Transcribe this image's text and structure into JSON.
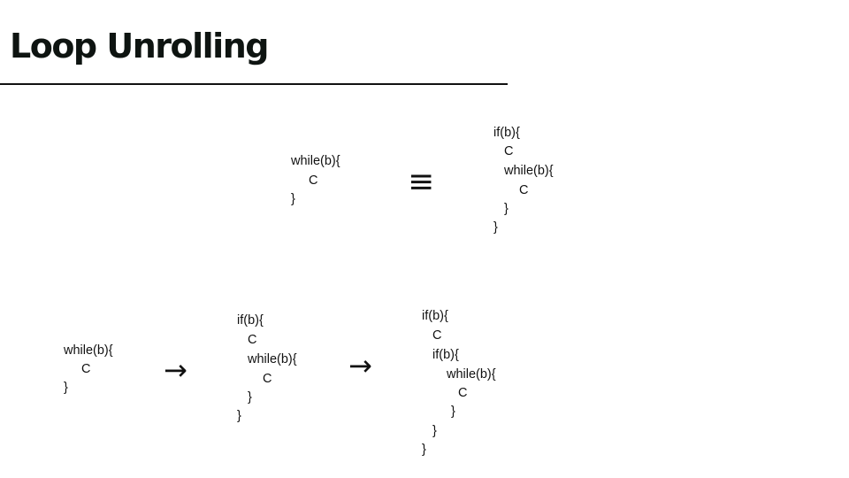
{
  "title": "Loop Unrolling",
  "equivalence": {
    "left": [
      "while(b){",
      "C",
      "}"
    ],
    "symbol": "≡",
    "right": [
      "if(b){",
      "C",
      "while(b){",
      "C",
      "}",
      "}"
    ]
  },
  "unrolling": {
    "step1": [
      "while(b){",
      "C",
      "}"
    ],
    "arrow1": "→",
    "step2": [
      "if(b){",
      "C",
      "while(b){",
      "C",
      "}",
      "}"
    ],
    "arrow2": "→",
    "step3": [
      "if(b){",
      "C",
      "if(b){",
      "while(b){",
      "C",
      "}",
      "}",
      "}"
    ]
  }
}
